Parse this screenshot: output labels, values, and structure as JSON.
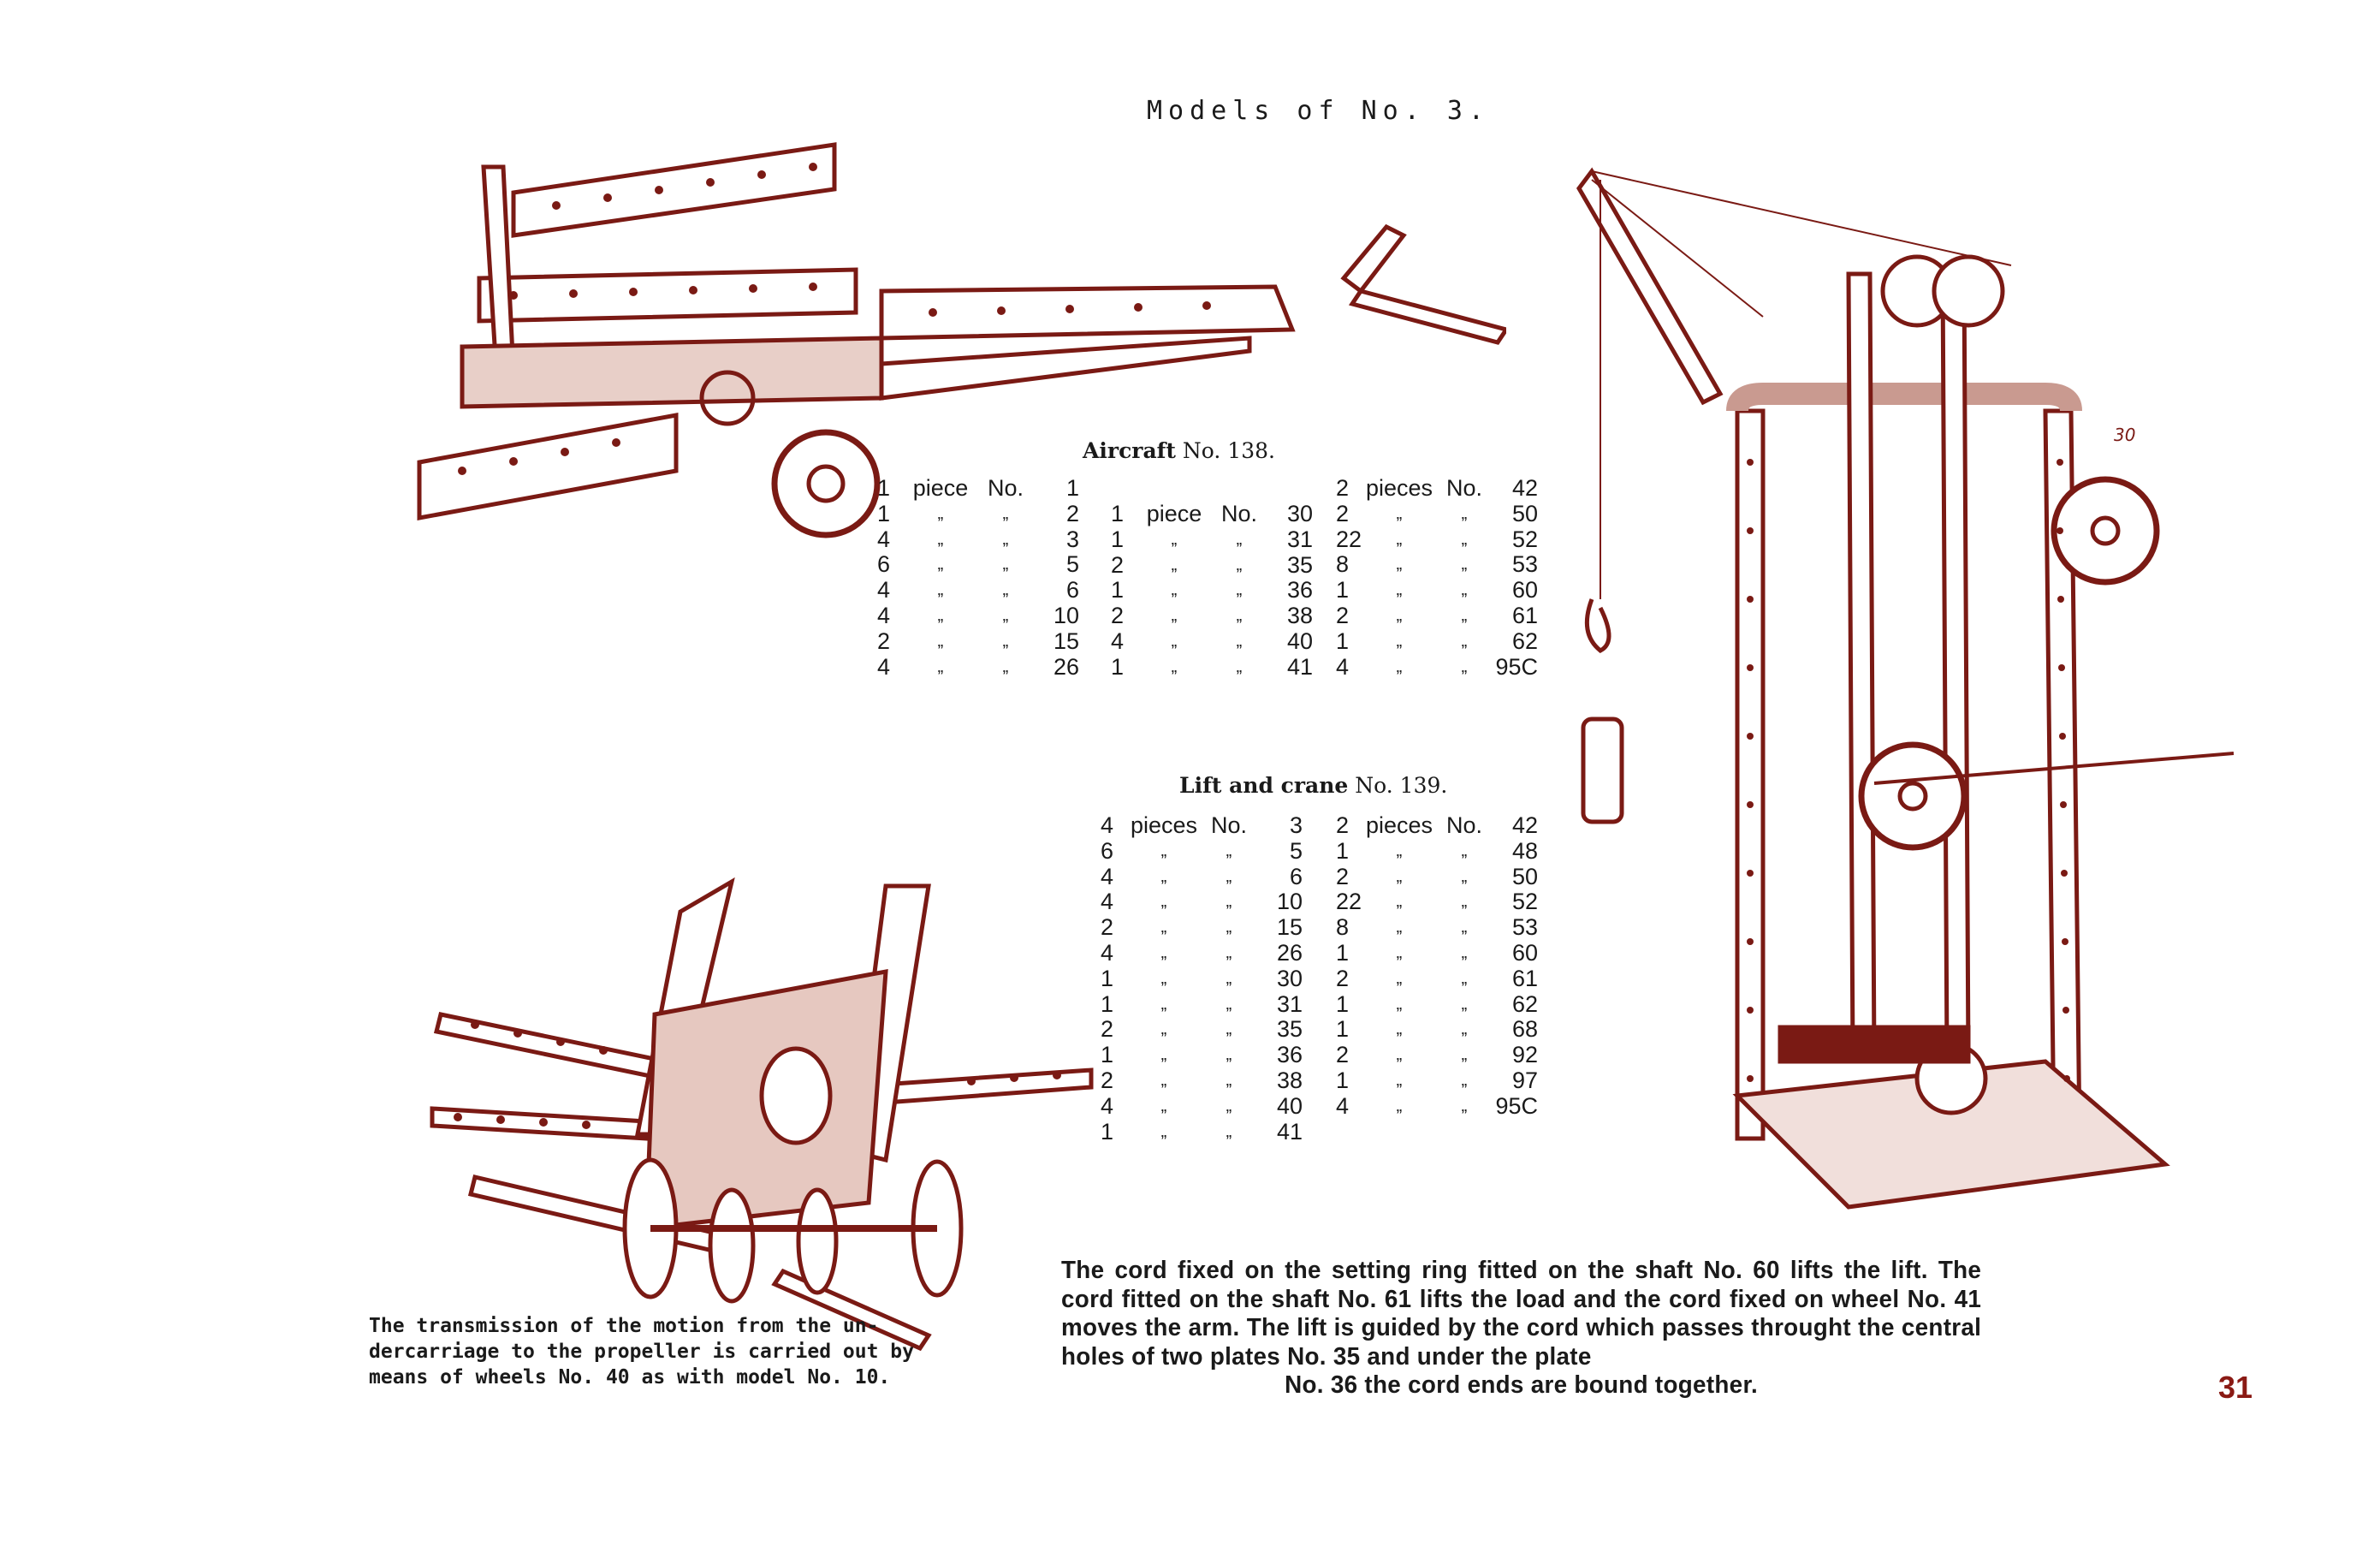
{
  "header": {
    "title": "Models of No. 3."
  },
  "illustrations": {
    "crane_pulley_label": "30"
  },
  "aircraft": {
    "title_bold": "Aircraft",
    "title_rest": "No. 138.",
    "columns": [
      [
        {
          "qty": "1",
          "unit": "piece",
          "no": "No.",
          "num": "1"
        },
        {
          "qty": "1",
          "unit": "„",
          "no": "„",
          "num": "2"
        },
        {
          "qty": "4",
          "unit": "„",
          "no": "„",
          "num": "3"
        },
        {
          "qty": "6",
          "unit": "„",
          "no": "„",
          "num": "5"
        },
        {
          "qty": "4",
          "unit": "„",
          "no": "„",
          "num": "6"
        },
        {
          "qty": "4",
          "unit": "„",
          "no": "„",
          "num": "10"
        },
        {
          "qty": "2",
          "unit": "„",
          "no": "„",
          "num": "15"
        },
        {
          "qty": "4",
          "unit": "„",
          "no": "„",
          "num": "26"
        }
      ],
      [
        {
          "qty": "1",
          "unit": "piece",
          "no": "No.",
          "num": "30"
        },
        {
          "qty": "1",
          "unit": "„",
          "no": "„",
          "num": "31"
        },
        {
          "qty": "2",
          "unit": "„",
          "no": "„",
          "num": "35"
        },
        {
          "qty": "1",
          "unit": "„",
          "no": "„",
          "num": "36"
        },
        {
          "qty": "2",
          "unit": "„",
          "no": "„",
          "num": "38"
        },
        {
          "qty": "4",
          "unit": "„",
          "no": "„",
          "num": "40"
        },
        {
          "qty": "1",
          "unit": "„",
          "no": "„",
          "num": "41"
        }
      ],
      [
        {
          "qty": "2",
          "unit": "pieces",
          "no": "No.",
          "num": "42"
        },
        {
          "qty": "2",
          "unit": "„",
          "no": "„",
          "num": "50"
        },
        {
          "qty": "22",
          "unit": "„",
          "no": "„",
          "num": "52"
        },
        {
          "qty": "8",
          "unit": "„",
          "no": "„",
          "num": "53"
        },
        {
          "qty": "1",
          "unit": "„",
          "no": "„",
          "num": "60"
        },
        {
          "qty": "2",
          "unit": "„",
          "no": "„",
          "num": "61"
        },
        {
          "qty": "1",
          "unit": "„",
          "no": "„",
          "num": "62"
        },
        {
          "qty": "4",
          "unit": "„",
          "no": "„",
          "num": "95C"
        }
      ]
    ]
  },
  "lift_crane": {
    "title_bold": "Lift and crane",
    "title_rest": "No. 139.",
    "columns": [
      [
        {
          "qty": "4",
          "unit": "pieces",
          "no": "No.",
          "num": "3"
        },
        {
          "qty": "6",
          "unit": "„",
          "no": "„",
          "num": "5"
        },
        {
          "qty": "4",
          "unit": "„",
          "no": "„",
          "num": "6"
        },
        {
          "qty": "4",
          "unit": "„",
          "no": "„",
          "num": "10"
        },
        {
          "qty": "2",
          "unit": "„",
          "no": "„",
          "num": "15"
        },
        {
          "qty": "4",
          "unit": "„",
          "no": "„",
          "num": "26"
        },
        {
          "qty": "1",
          "unit": "„",
          "no": "„",
          "num": "30"
        },
        {
          "qty": "1",
          "unit": "„",
          "no": "„",
          "num": "31"
        },
        {
          "qty": "2",
          "unit": "„",
          "no": "„",
          "num": "35"
        },
        {
          "qty": "1",
          "unit": "„",
          "no": "„",
          "num": "36"
        },
        {
          "qty": "2",
          "unit": "„",
          "no": "„",
          "num": "38"
        },
        {
          "qty": "4",
          "unit": "„",
          "no": "„",
          "num": "40"
        },
        {
          "qty": "1",
          "unit": "„",
          "no": "„",
          "num": "41"
        }
      ],
      [
        {
          "qty": "2",
          "unit": "pieces",
          "no": "No.",
          "num": "42"
        },
        {
          "qty": "1",
          "unit": "„",
          "no": "„",
          "num": "48"
        },
        {
          "qty": "2",
          "unit": "„",
          "no": "„",
          "num": "50"
        },
        {
          "qty": "22",
          "unit": "„",
          "no": "„",
          "num": "52"
        },
        {
          "qty": "8",
          "unit": "„",
          "no": "„",
          "num": "53"
        },
        {
          "qty": "1",
          "unit": "„",
          "no": "„",
          "num": "60"
        },
        {
          "qty": "2",
          "unit": "„",
          "no": "„",
          "num": "61"
        },
        {
          "qty": "1",
          "unit": "„",
          "no": "„",
          "num": "62"
        },
        {
          "qty": "1",
          "unit": "„",
          "no": "„",
          "num": "68"
        },
        {
          "qty": "2",
          "unit": "„",
          "no": "„",
          "num": "92"
        },
        {
          "qty": "1",
          "unit": "„",
          "no": "„",
          "num": "97"
        },
        {
          "qty": "4",
          "unit": "„",
          "no": "„",
          "num": "95C"
        }
      ]
    ]
  },
  "transmission_caption": {
    "lines": [
      "The transmission of the motion from the un-",
      "dercarriage to the propeller is carried out by",
      "means of wheels No. 40 as with model No. 10."
    ]
  },
  "description": {
    "body": "The cord fixed on the setting ring fitted on the shaft No. 60 lifts the lift. The cord fitted on the shaft No. 61 lifts the load and the cord fixed on wheel No. 41 moves the arm. The lift is guided by the cord which passes throught the central holes of two plates No. 35 and under the plate",
    "last_line": "No. 36 the cord ends are bound together."
  },
  "footer": {
    "page_number": "31"
  },
  "colors": {
    "ink": "#1a1a1a",
    "illustration": "#7a1a14",
    "page_number": "#8a1a14"
  }
}
